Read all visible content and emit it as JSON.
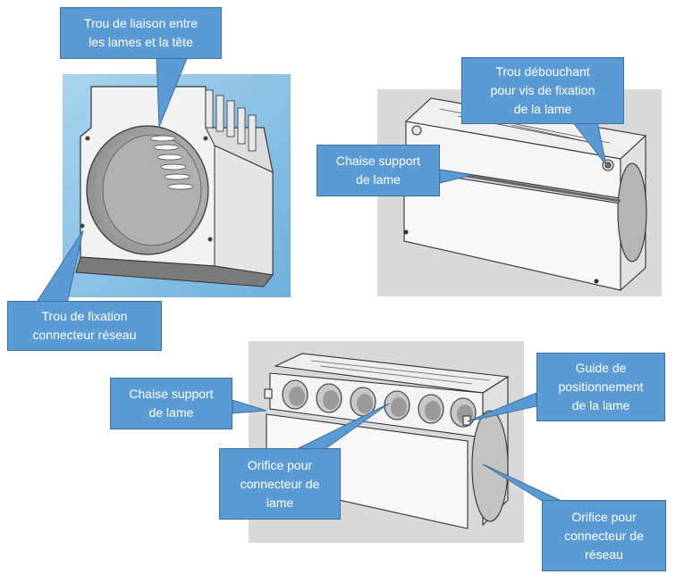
{
  "colors": {
    "callout_fill": "#5b9bd5",
    "callout_border": "#41719c",
    "callout_text": "#ffffff",
    "panel1_background": "#8fc3e6",
    "panel2_background": "#d9d9d9",
    "panel3_background": "#d9d9d9",
    "part_body": "#f4f4f4",
    "part_shadow": "#9e9e9e"
  },
  "panels": {
    "top_left": "blue-background-view-with-tube-opening",
    "top_right": "grey-background-view-from-side",
    "bottom": "grey-background-view-with-six-orifices"
  },
  "callouts": {
    "trou_liaison": [
      "Trou de liaison entre",
      "les lames et la tête"
    ],
    "trou_debouchant": [
      "Trou débouchant",
      "pour vis de fixation",
      "de la lame"
    ],
    "chaise_support_top": [
      "Chaise support",
      "de lame"
    ],
    "trou_fixation": [
      "Trou de fixation",
      "connecteur réseau"
    ],
    "chaise_support_bottom": [
      "Chaise support",
      "de lame"
    ],
    "guide_positionnement": [
      "Guide de",
      "positionnement",
      "de la lame"
    ],
    "orifice_lame": [
      "Orifice pour",
      "connecteur de",
      "lame"
    ],
    "orifice_reseau": [
      "Orifice pour",
      "connecteur de",
      "réseau"
    ]
  }
}
